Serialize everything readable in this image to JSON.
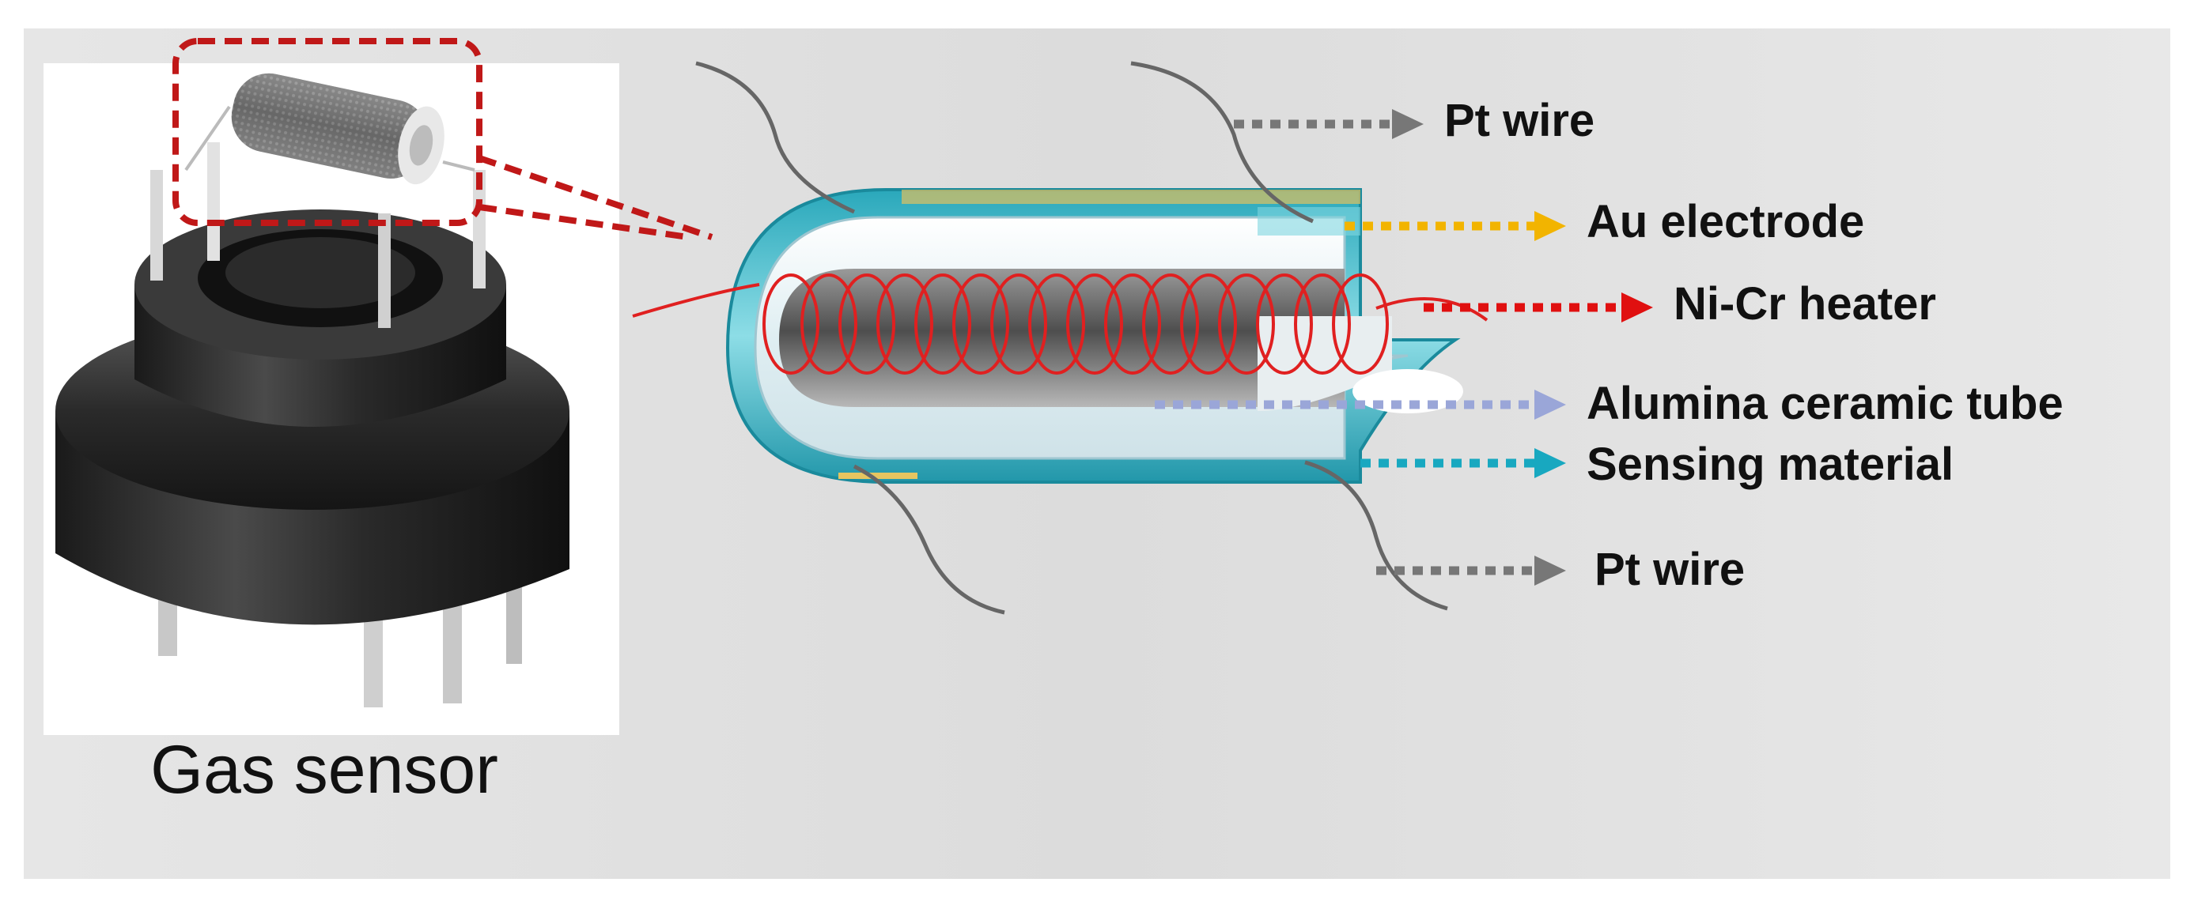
{
  "caption": "Gas sensor",
  "labels": {
    "pt_wire_top": "Pt wire",
    "au_electrode": "Au electrode",
    "nicr_heater": "Ni-Cr heater",
    "alumina_tube": "Alumina ceramic tube",
    "sensing_material": "Sensing material",
    "pt_wire_bottom": "Pt wire"
  },
  "colors": {
    "arrow_pt_wire": "#777777",
    "arrow_au_electrode": "#f2b400",
    "arrow_nicr_heater": "#e01010",
    "arrow_alumina": "#9aa6d8",
    "arrow_sensing": "#18a8c0",
    "sensing_layer": "#5ec8d6",
    "heater_coil": "#e02020",
    "zoom_box": "#c01818"
  },
  "icons": [
    "gas-sensor-photo",
    "sensor-tube-cross-section",
    "heater-coil"
  ]
}
